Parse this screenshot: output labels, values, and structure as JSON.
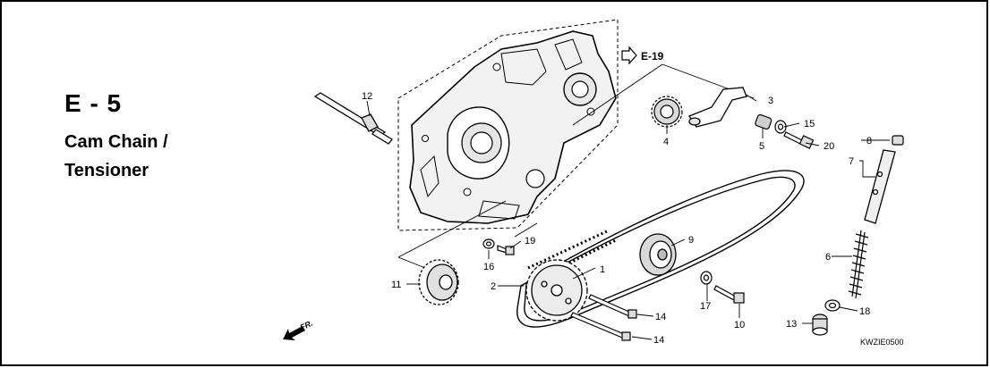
{
  "title": {
    "code": "E - 5",
    "name_line1": "Cam Chain /",
    "name_line2": "Tensioner"
  },
  "reference": "E-19",
  "front_marker": "FR.",
  "catalog_code": "KWZIE0500",
  "callouts": [
    {
      "id": "c1",
      "label": "1"
    },
    {
      "id": "c2",
      "label": "2"
    },
    {
      "id": "c3",
      "label": "3"
    },
    {
      "id": "c4",
      "label": "4"
    },
    {
      "id": "c5",
      "label": "5"
    },
    {
      "id": "c6",
      "label": "6"
    },
    {
      "id": "c7",
      "label": "7"
    },
    {
      "id": "c8",
      "label": "8"
    },
    {
      "id": "c9",
      "label": "9"
    },
    {
      "id": "c10",
      "label": "10"
    },
    {
      "id": "c11",
      "label": "11"
    },
    {
      "id": "c12",
      "label": "12"
    },
    {
      "id": "c13",
      "label": "13"
    },
    {
      "id": "c14a",
      "label": "14"
    },
    {
      "id": "c14b",
      "label": "14"
    },
    {
      "id": "c15",
      "label": "15"
    },
    {
      "id": "c16",
      "label": "16"
    },
    {
      "id": "c17",
      "label": "17"
    },
    {
      "id": "c18",
      "label": "18"
    },
    {
      "id": "c19",
      "label": "19"
    },
    {
      "id": "c20",
      "label": "20"
    }
  ]
}
